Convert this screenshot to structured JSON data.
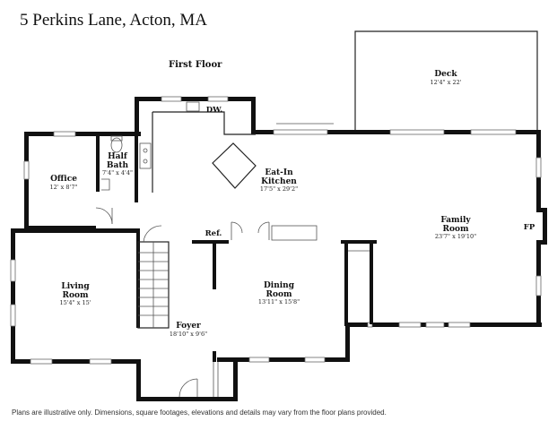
{
  "header": {
    "address": "5 Perkins Lane, Acton, MA"
  },
  "floor_label": "First Floor",
  "rooms": {
    "deck": {
      "name": "Deck",
      "dims": "12'4\" x 22'"
    },
    "half_bath": {
      "name_line1": "Half",
      "name_line2": "Bath",
      "dims": "7'4\" x 4'4\""
    },
    "office": {
      "name": "Office",
      "dims": "12' x 8'7\""
    },
    "eat_in_kitchen": {
      "name_line1": "Eat-In",
      "name_line2": "Kitchen",
      "dims": "17'5\" x 29'2\""
    },
    "family_room": {
      "name_line1": "Family",
      "name_line2": "Room",
      "dims": "23'7\" x 19'10\""
    },
    "living_room": {
      "name_line1": "Living",
      "name_line2": "Room",
      "dims": "15'4\" x 15'"
    },
    "dining_room": {
      "name_line1": "Dining",
      "name_line2": "Room",
      "dims": "13'11\" x 15'8\""
    },
    "foyer": {
      "name": "Foyer",
      "dims": "18'10\" x 9'6\""
    }
  },
  "fixtures": {
    "dishwasher": "DW.",
    "refrigerator": "Ref.",
    "fireplace": "FP"
  },
  "footer": {
    "disclaimer": "Plans are illustrative only. Dimensions, square footages, elevations and details may vary from the floor plans provided."
  }
}
